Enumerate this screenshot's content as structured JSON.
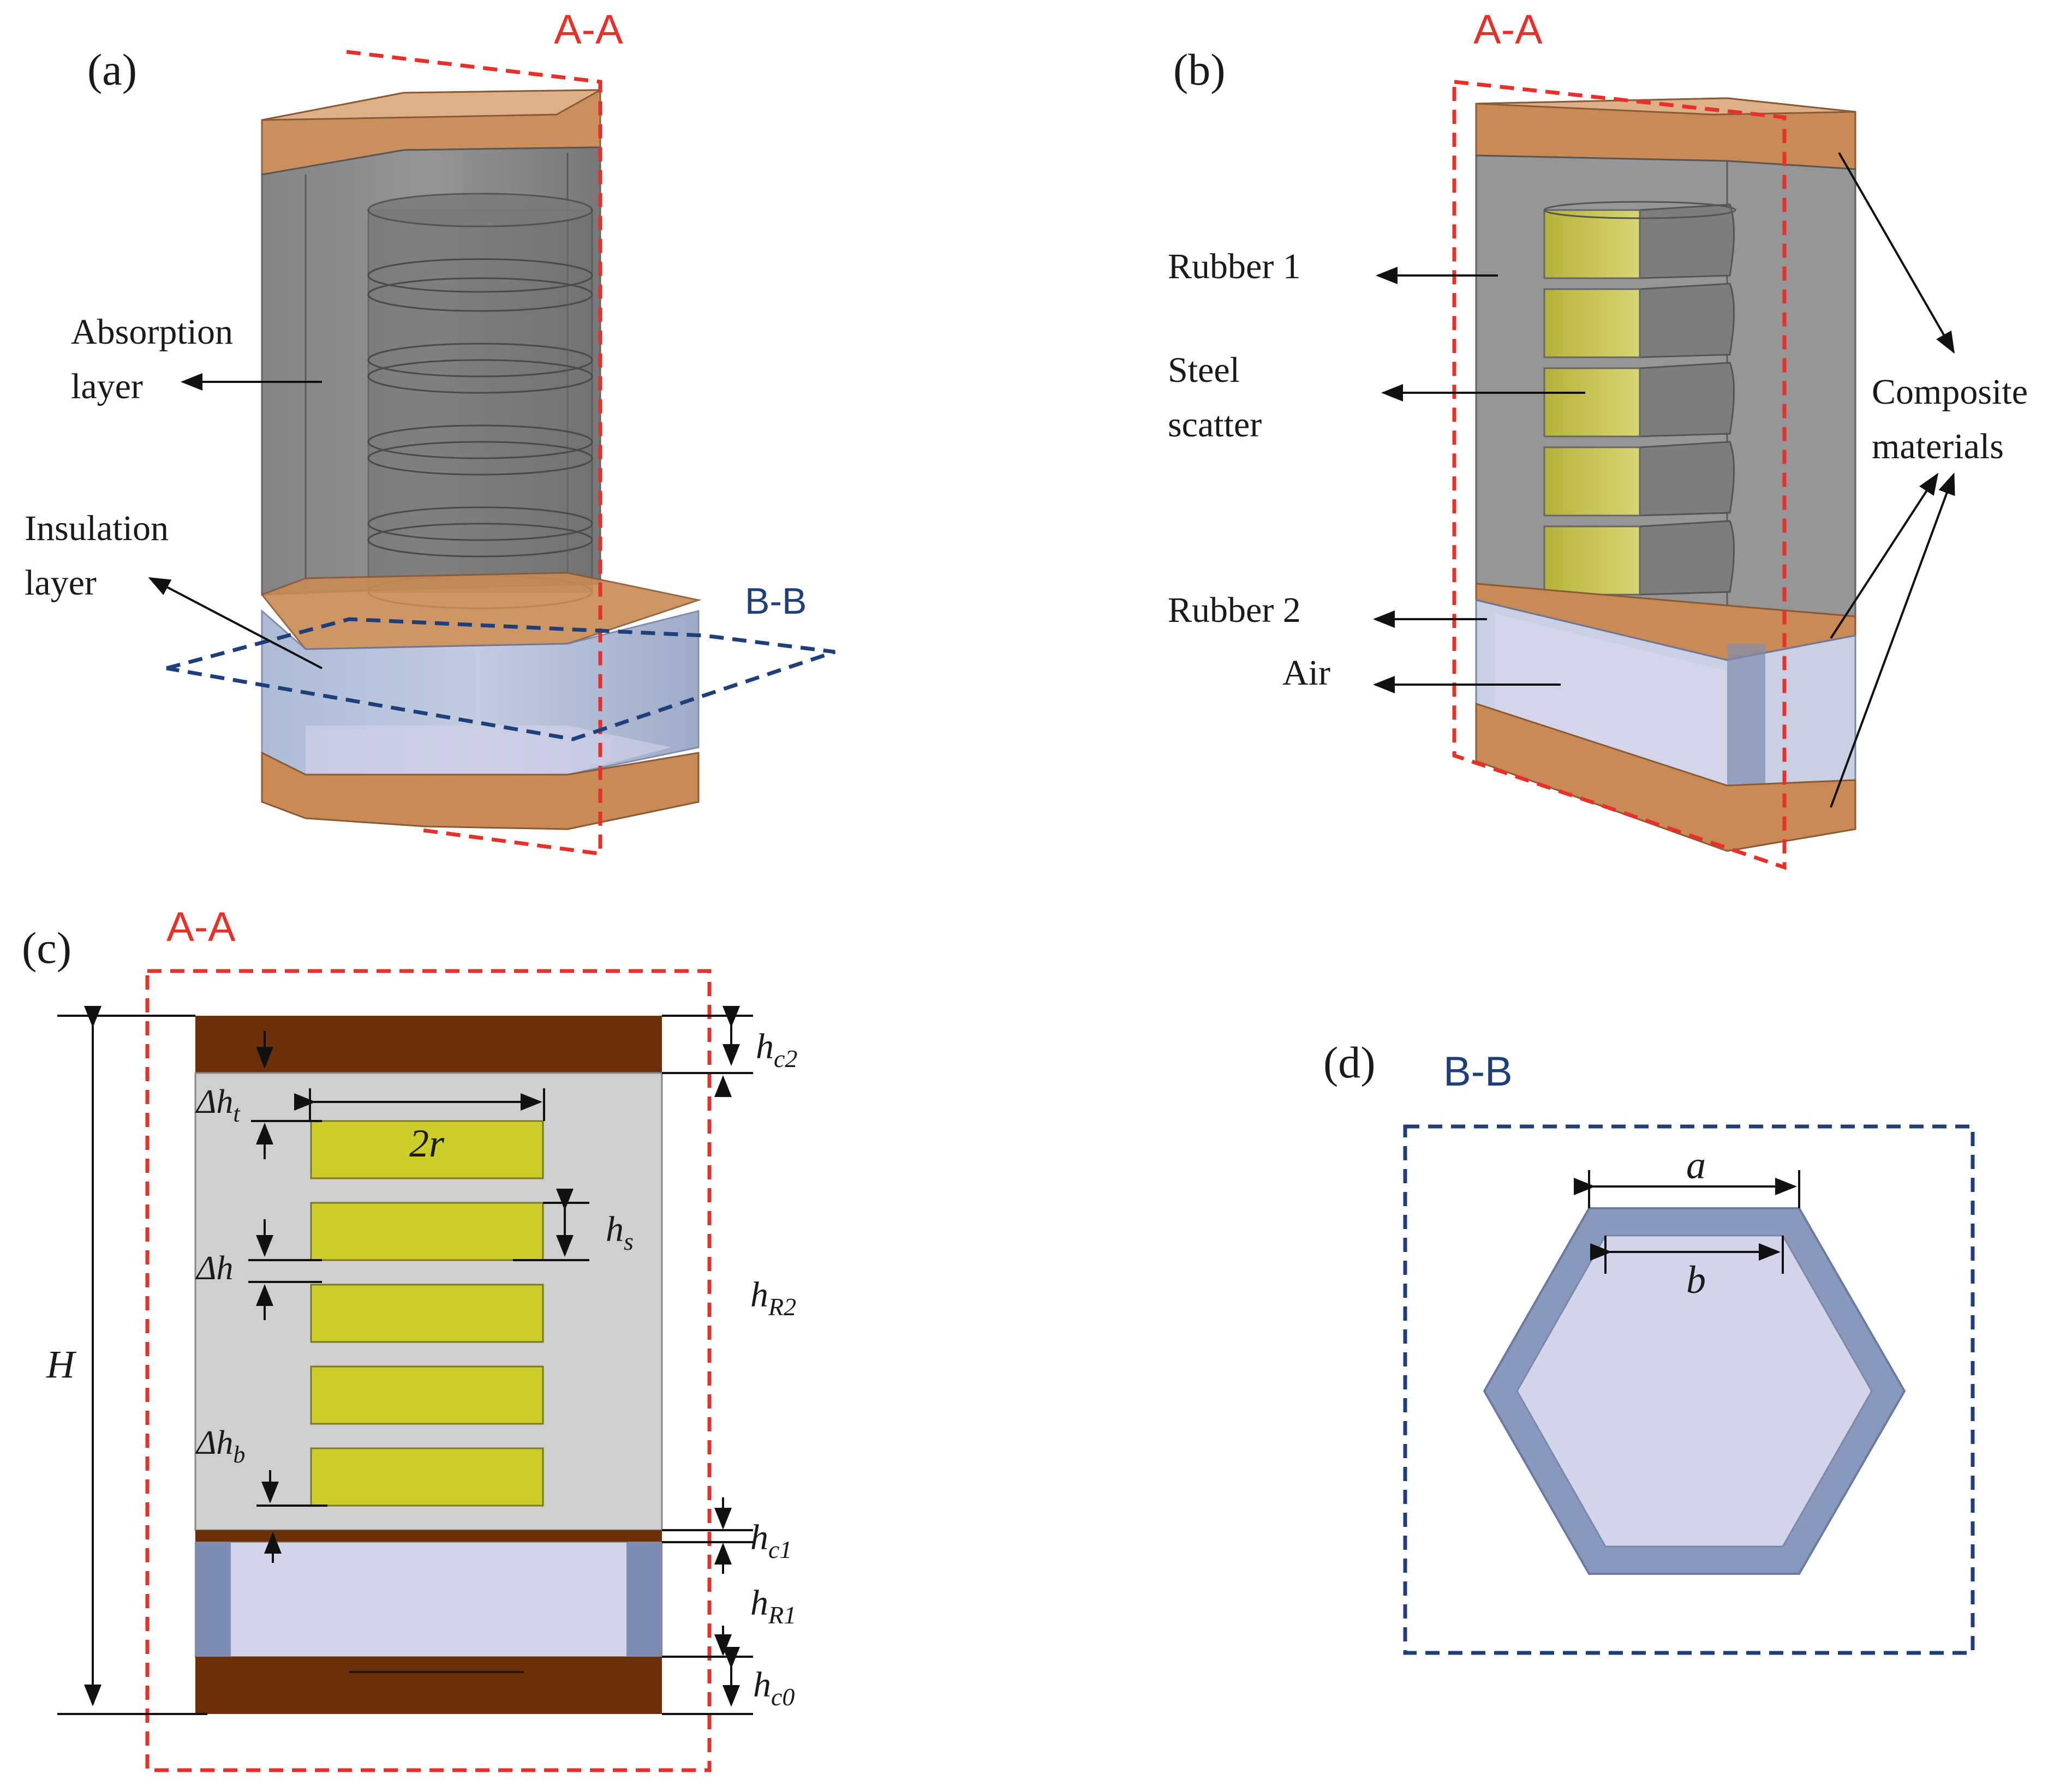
{
  "panels": {
    "a": {
      "tag": "(a)",
      "section_aa": "A-A",
      "section_bb": "B-B",
      "absorption_label": [
        "Absorption",
        "layer"
      ],
      "insulation_label": [
        "Insulation",
        "layer"
      ]
    },
    "b": {
      "tag": "(b)",
      "section_aa": "A-A",
      "rubber1": "Rubber 1",
      "steel_label": [
        "Steel",
        "scatter"
      ],
      "rubber2": "Rubber 2",
      "air": "Air",
      "composite_label": [
        "Composite",
        "materials"
      ]
    },
    "c": {
      "tag": "(c)",
      "section_aa": "A-A",
      "dims": {
        "H": "H",
        "hc2": [
          "h",
          "c2"
        ],
        "hR2": [
          "h",
          "R2"
        ],
        "hc1": [
          "h",
          "c1"
        ],
        "hR1": [
          "h",
          "R1"
        ],
        "hc0": [
          "h",
          "c0"
        ],
        "dht": [
          "Δh",
          "t"
        ],
        "dh": "Δh",
        "dhb": [
          "Δh",
          "b"
        ],
        "two_r": "2r",
        "hs": [
          "h",
          "s"
        ]
      }
    },
    "d": {
      "tag": "(d)",
      "section_bb": "B-B",
      "a": "a",
      "b": "b"
    }
  },
  "colors": {
    "section_aa": "#e8302a",
    "section_bb": "#1f3f7a",
    "composite_plate": "#6b2f0a",
    "composite_translucent": "#c98a55",
    "rubber1": "#9a9a9a",
    "steel": "#cccc2a",
    "rubber2": "#8c99b8",
    "air": "#d3d3ea"
  }
}
